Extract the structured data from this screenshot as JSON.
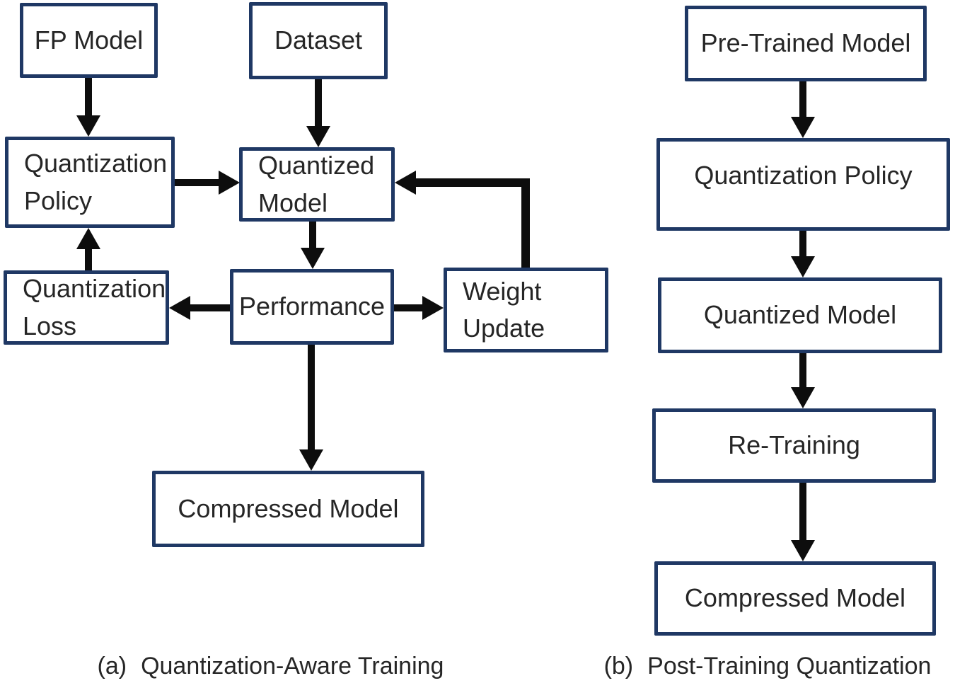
{
  "colors": {
    "box_border": "#1f3864",
    "box_fill": "#ffffff",
    "arrow": "#0d0d0d",
    "text": "#262626",
    "bg": "#ffffff"
  },
  "left": {
    "caption": {
      "prefix": "(a)",
      "text": "Quantization-Aware Training"
    },
    "boxes": {
      "fp_model": {
        "label": "FP Model"
      },
      "dataset": {
        "label": "Dataset"
      },
      "quantization_policy": {
        "lines": [
          "Quantization",
          "Policy"
        ]
      },
      "quantized_model": {
        "lines": [
          "Quantized",
          "Model"
        ]
      },
      "quantization_loss": {
        "lines": [
          "Quantization",
          "Loss"
        ]
      },
      "performance": {
        "label": "Performance"
      },
      "weight_update": {
        "lines": [
          "Weight",
          "Update"
        ]
      },
      "compressed_model": {
        "label": "Compressed Model"
      }
    }
  },
  "right": {
    "caption": {
      "prefix": "(b)",
      "text": "Post-Training Quantization"
    },
    "boxes": {
      "pre_trained_model": {
        "label": "Pre-Trained Model"
      },
      "quantization_policy": {
        "label": "Quantization Policy"
      },
      "quantized_model": {
        "label": "Quantized Model"
      },
      "re_training": {
        "label": "Re-Training"
      },
      "compressed_model": {
        "label": "Compressed Model"
      }
    }
  }
}
